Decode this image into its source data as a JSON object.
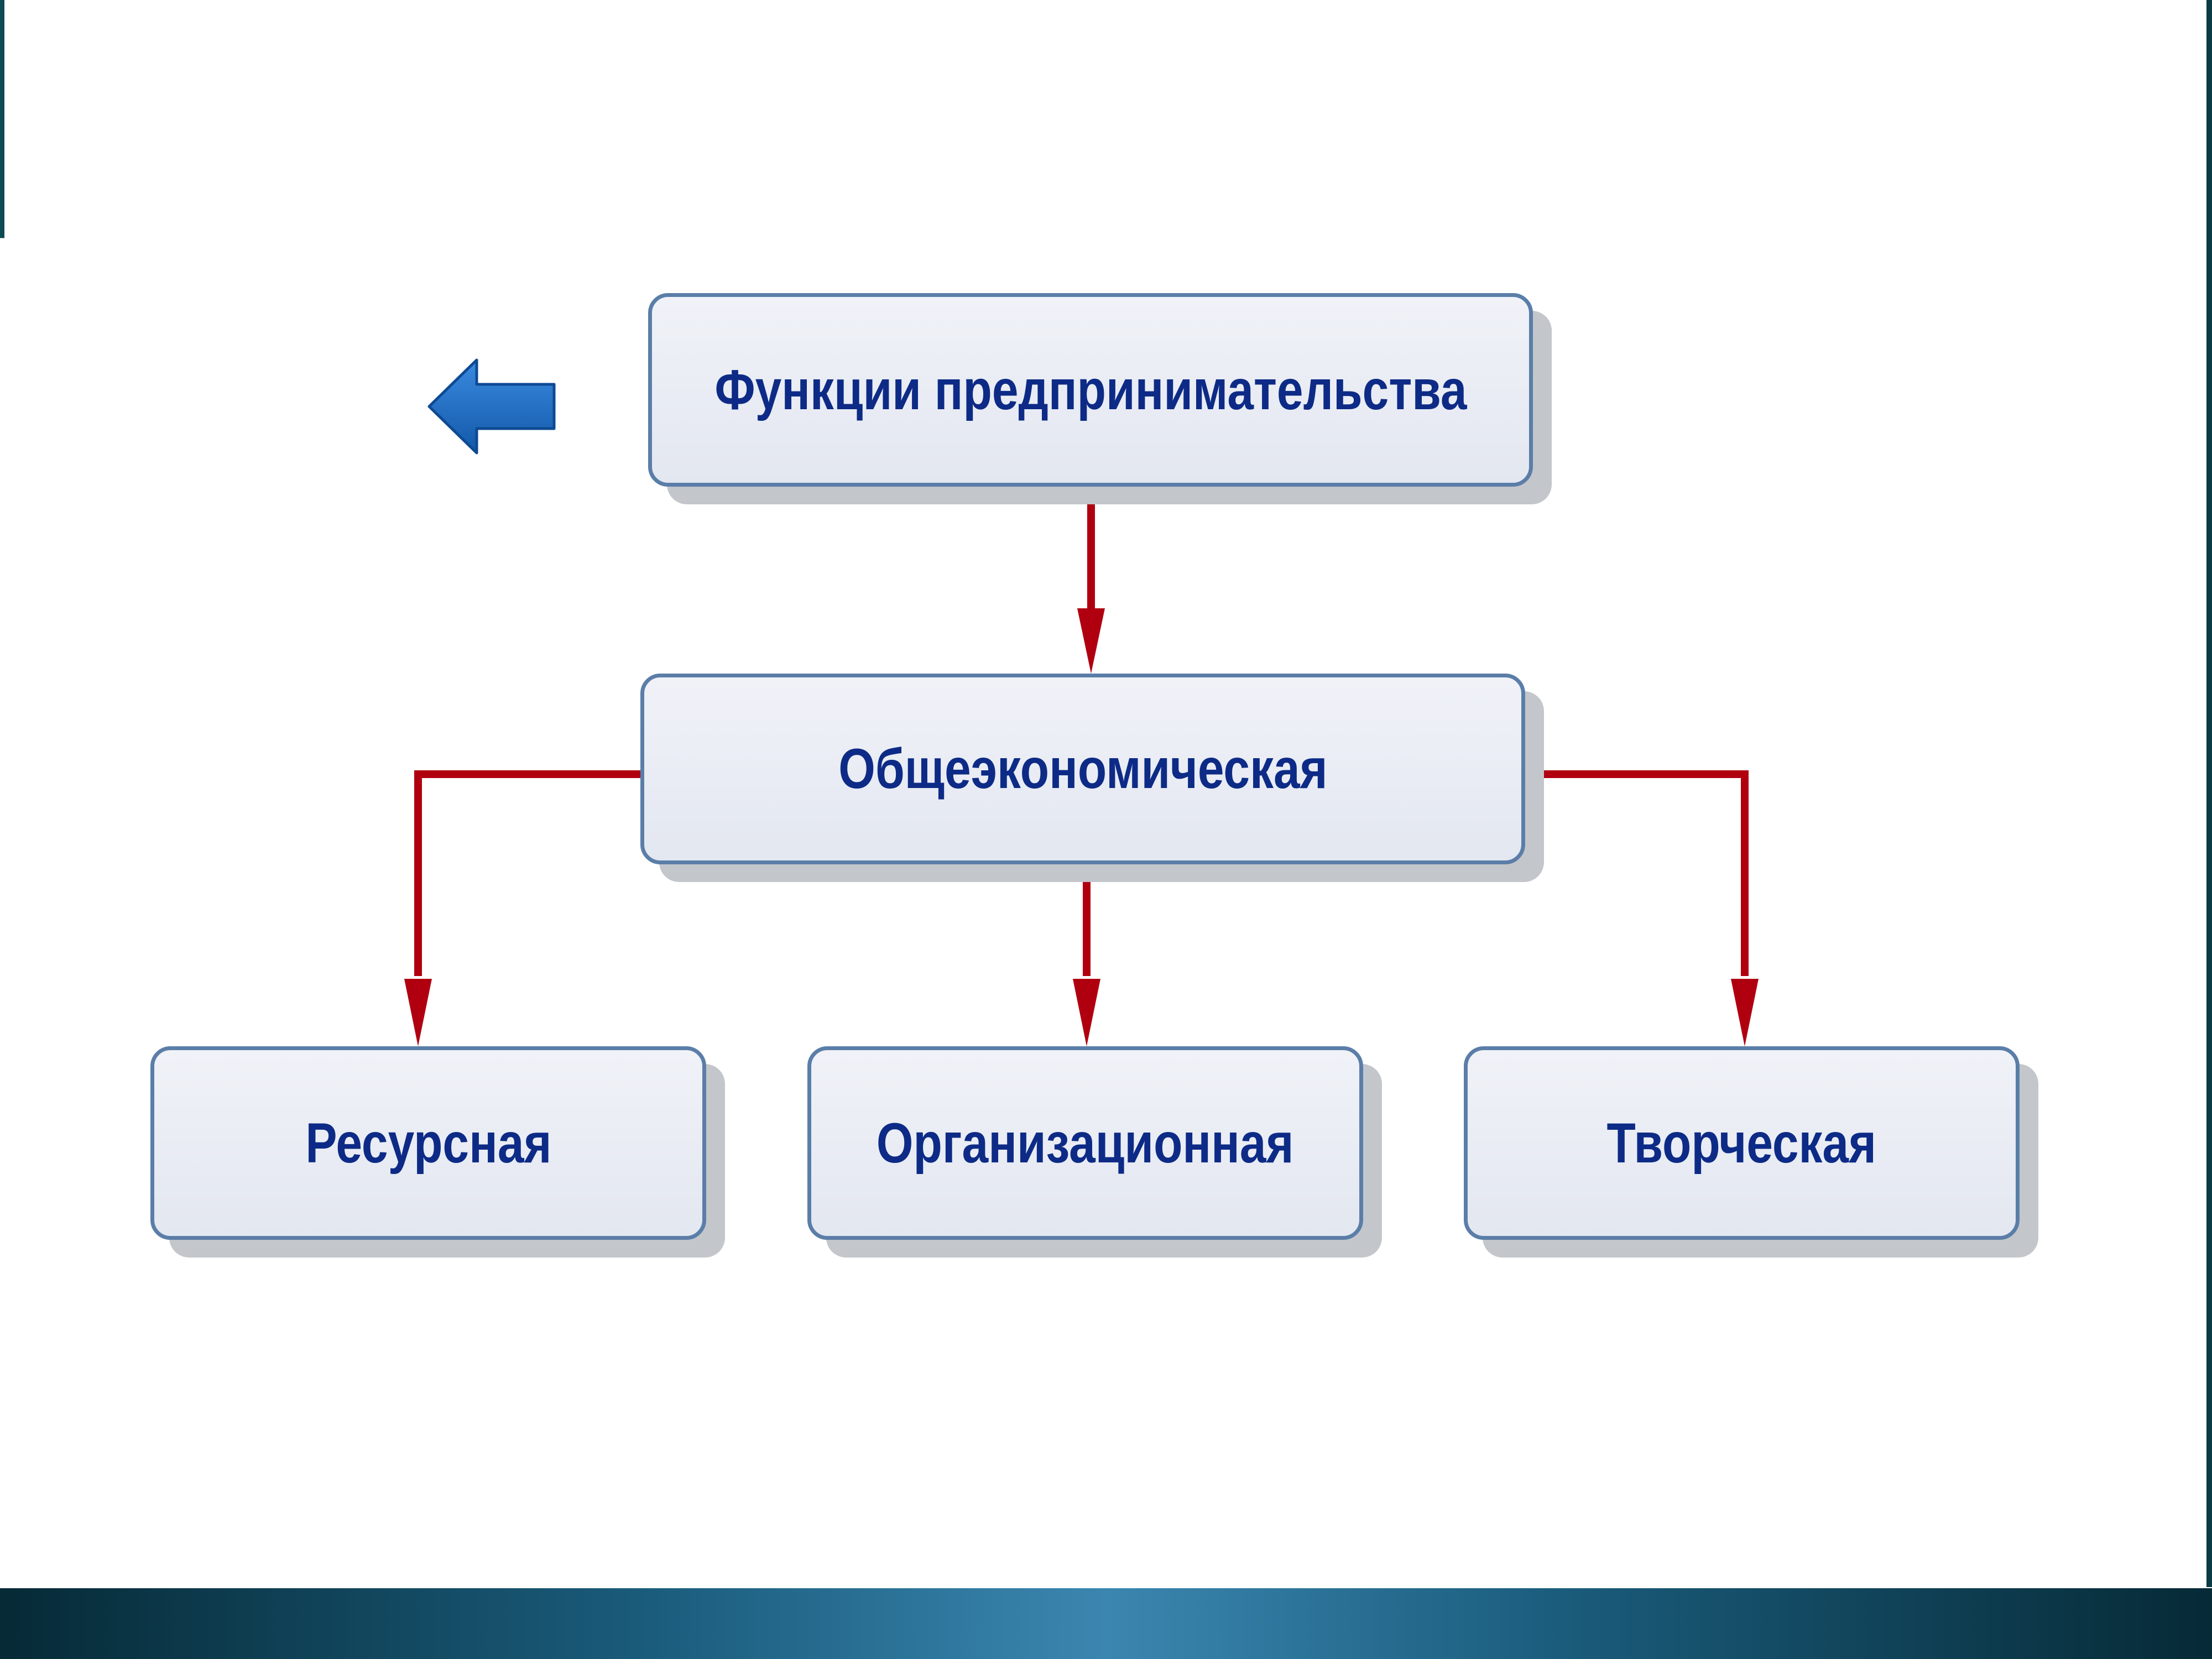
{
  "diagram": {
    "root": {
      "label": "Функции предпринимательства"
    },
    "middle": {
      "label": "Общеэкономическая"
    },
    "children": [
      {
        "label": "Ресурсная"
      },
      {
        "label": "Организационная"
      },
      {
        "label": "Творческая"
      }
    ]
  },
  "colors": {
    "box_fill": "#e6e9f1",
    "box_border": "#5b7ea8",
    "text": "#0d2b86",
    "connector": "#b00010",
    "back_arrow": "#1f6fc4"
  },
  "icons": {
    "back_arrow": "arrow-left-icon"
  }
}
